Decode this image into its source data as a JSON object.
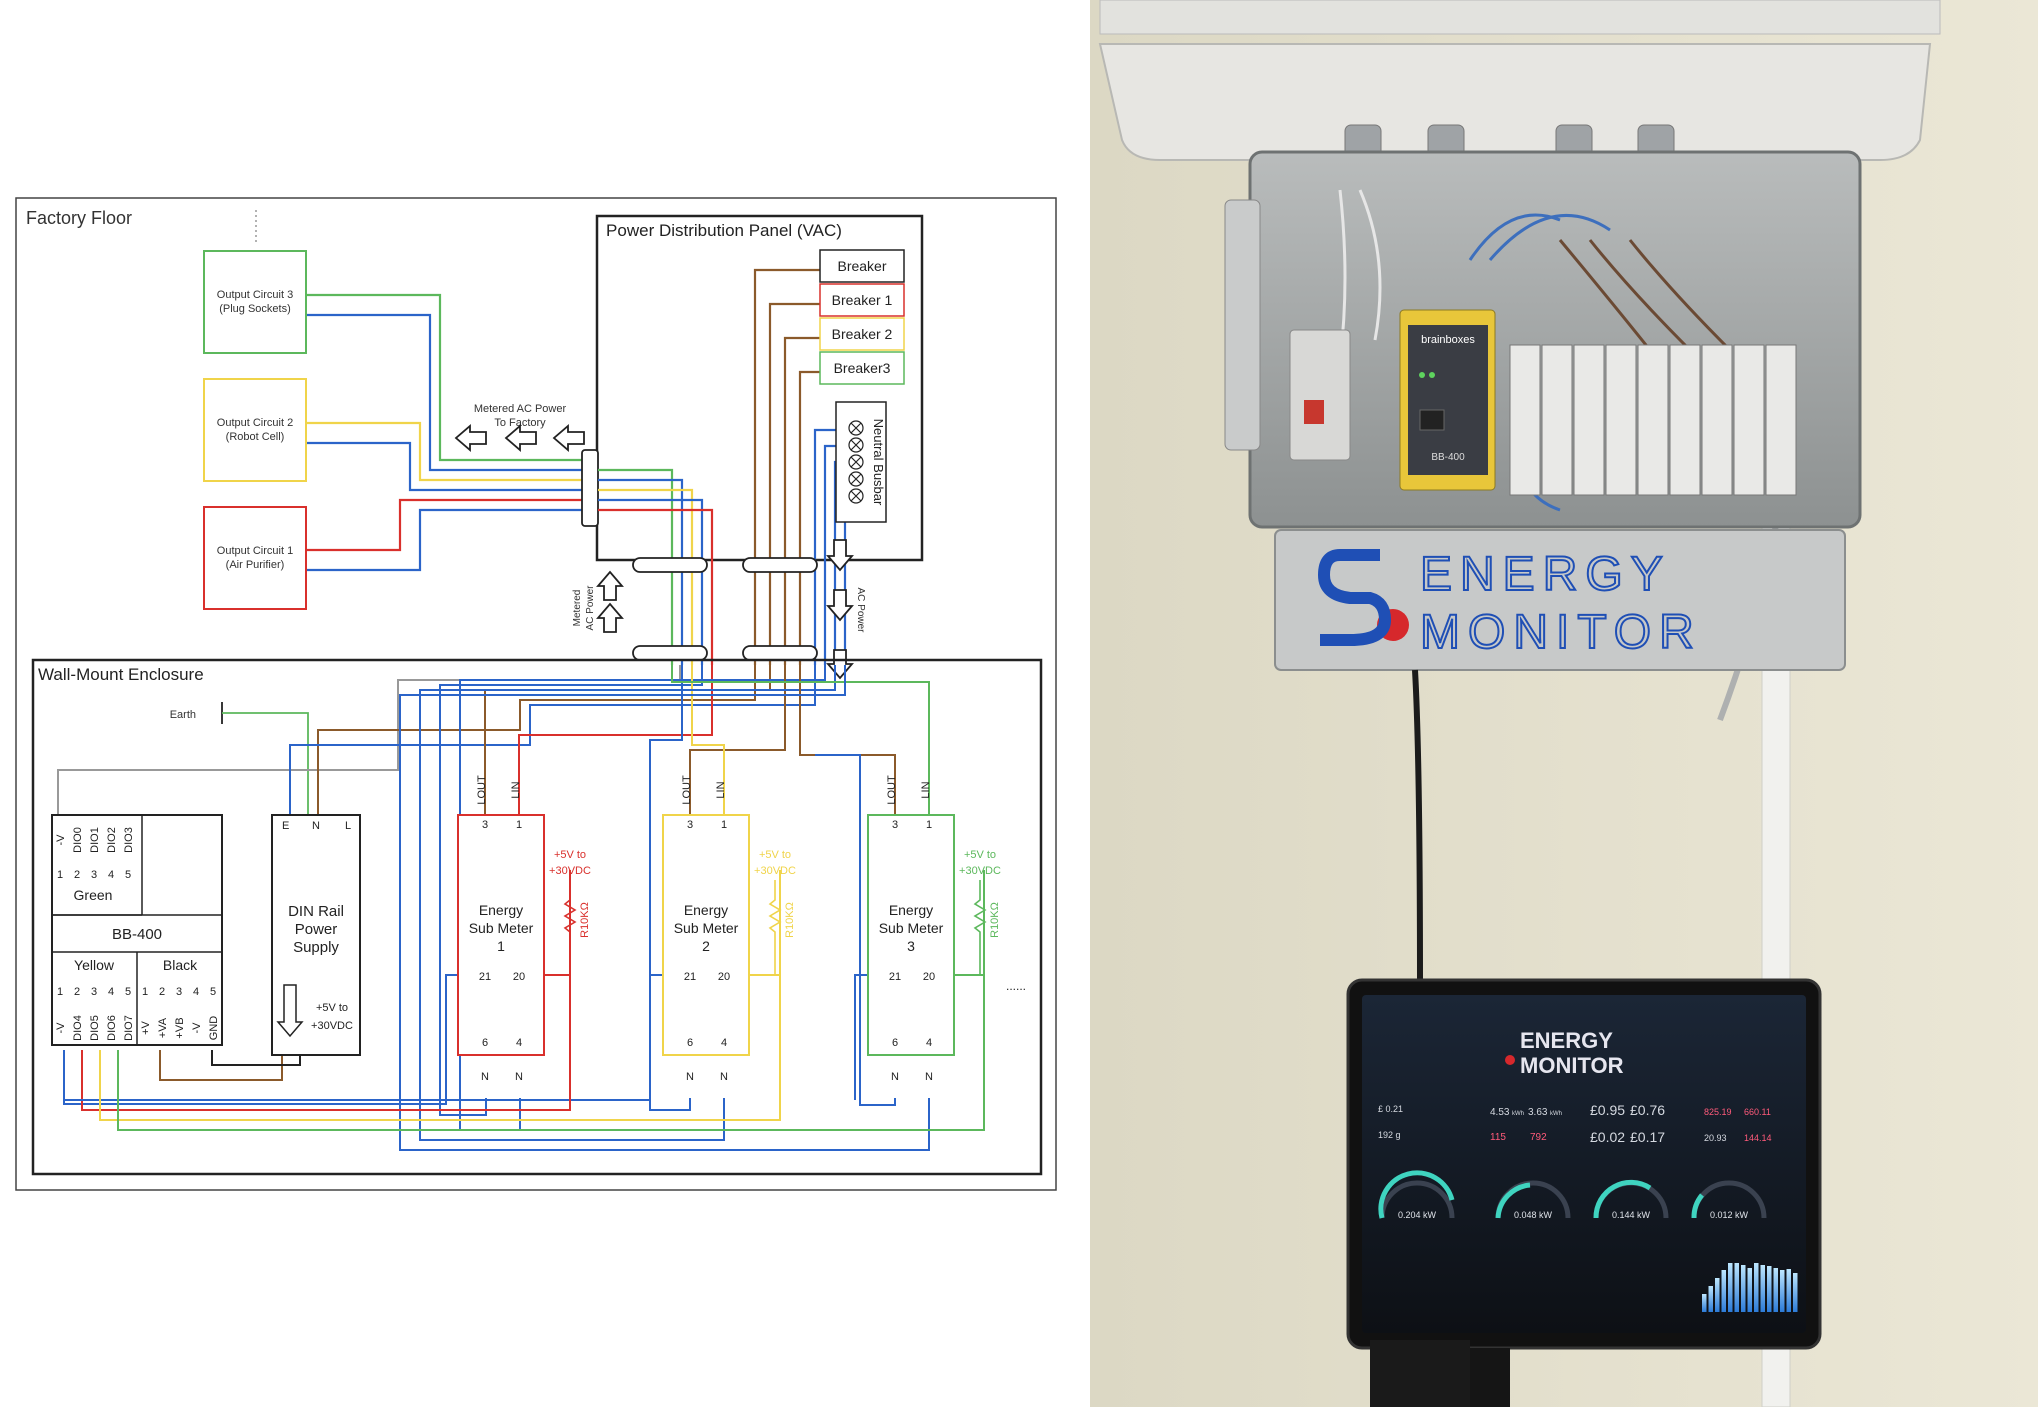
{
  "factory_floor": {
    "title": "Factory Floor",
    "outputs": [
      {
        "line1": "Output Circuit 3",
        "line2": "(Plug Sockets)",
        "color": "#5cb85c"
      },
      {
        "line1": "Output Circuit 2",
        "line2": "(Robot Cell)",
        "color": "#f0d44a"
      },
      {
        "line1": "Output Circuit 1",
        "line2": "(Air Purifier)",
        "color": "#d9302c"
      }
    ],
    "metered_label_1": "Metered AC Power",
    "metered_label_2": "To Factory"
  },
  "panel": {
    "title": "Power Distribution Panel (VAC)",
    "breakers": [
      {
        "label": "Breaker",
        "color": "#222222"
      },
      {
        "label": "Breaker 1",
        "color": "#d9302c"
      },
      {
        "label": "Breaker 2",
        "color": "#f0d44a"
      },
      {
        "label": "Breaker3",
        "color": "#5cb85c"
      }
    ],
    "busbar": "Neutral Busbar"
  },
  "flow_labels": {
    "metered_1": "Metered",
    "metered_2": "AC Power",
    "ac_power": "AC Power"
  },
  "enclosure": {
    "title": "Wall-Mount Enclosure",
    "earth": "Earth",
    "bb400": {
      "green_pins": [
        "-V",
        "DIO0",
        "DIO1",
        "DIO2",
        "DIO3"
      ],
      "pin_nums": [
        "1",
        "2",
        "3",
        "4",
        "5"
      ],
      "green_label": "Green",
      "name": "BB-400",
      "yellow_label": "Yellow",
      "black_label": "Black",
      "yellow_pins": [
        "-V",
        "DIO4",
        "DIO5",
        "DIO6",
        "DIO7"
      ],
      "black_pins": [
        "+V",
        "+VA",
        "+VB",
        "-V",
        "GND"
      ]
    },
    "psu": {
      "terminals": [
        "E",
        "N",
        "L"
      ],
      "line1": "DIN Rail",
      "line2": "Power",
      "line3": "Supply",
      "out1": "+5V to",
      "out2": "+30VDC"
    },
    "meters": [
      {
        "line1": "Energy",
        "line2": "Sub Meter",
        "num": "1",
        "color": "#d9302c",
        "v1": "+5V to",
        "v2": "+30VDC",
        "res": "R10KΩ"
      },
      {
        "line1": "Energy",
        "line2": "Sub Meter",
        "num": "2",
        "color": "#f0d44a",
        "v1": "+5V to",
        "v2": "+30VDC",
        "res": "R10KΩ"
      },
      {
        "line1": "Energy",
        "line2": "Sub Meter",
        "num": "3",
        "color": "#5cb85c",
        "v1": "+5V to",
        "v2": "+30VDC",
        "res": "R10KΩ"
      }
    ],
    "meter_pins": {
      "lout": "LOUT",
      "lin": "LIN",
      "p3": "3",
      "p1": "1",
      "p21": "21",
      "p20": "20",
      "p6": "6",
      "p4": "4",
      "n": "N"
    },
    "ellipsis": "......"
  },
  "photo": {
    "logo_line1": "ENERGY",
    "logo_line2": "MONITOR",
    "brand": "brainboxes",
    "device": "BB-400",
    "screen": {
      "logo_line1": "ENERGY",
      "logo_line2": "MONITOR",
      "left_value": "£ 0.21",
      "left_sub": "192 g",
      "kwh_today": "4.53",
      "kwh_unit": "kWh",
      "kwh_yesterday": "3.63",
      "kwh_unit2": "kWh",
      "small_a": "115",
      "small_b": "792",
      "cost_today": "£0.95",
      "cost_yesterday": "£0.76",
      "cost_a": "£0.02",
      "cost_b": "£0.17",
      "co2_a": "825.19",
      "co2_b": "660.11",
      "co2_c": "20.93",
      "co2_d": "144.14",
      "gauges": [
        "0.204 kW",
        "0.048 kW",
        "0.144 kW",
        "0.012 kW"
      ],
      "bar_levels": [
        0.35,
        0.5,
        0.65,
        0.8,
        0.95,
        0.95,
        0.9,
        0.85,
        0.95,
        0.9,
        0.88,
        0.85,
        0.8,
        0.82,
        0.75
      ]
    }
  }
}
